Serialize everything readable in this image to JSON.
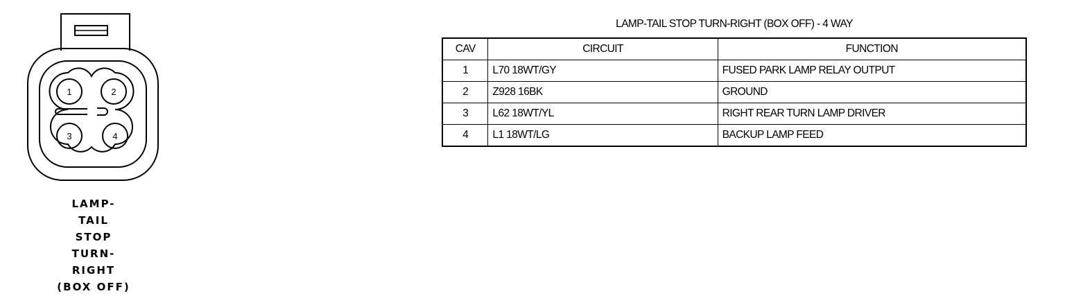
{
  "connector": {
    "pins": [
      "1",
      "2",
      "3",
      "4"
    ],
    "label_lines": [
      "LAMP-",
      "TAIL",
      "STOP",
      "TURN-",
      "RIGHT",
      "(BOX OFF)"
    ]
  },
  "table": {
    "title": "LAMP-TAIL STOP TURN-RIGHT (BOX OFF) - 4 WAY",
    "headers": {
      "cav": "CAV",
      "circuit": "CIRCUIT",
      "function": "FUNCTION"
    },
    "rows": [
      {
        "cav": "1",
        "circuit": "L70 18WT/GY",
        "function": "FUSED PARK LAMP RELAY OUTPUT"
      },
      {
        "cav": "2",
        "circuit": "Z928 16BK",
        "function": "GROUND"
      },
      {
        "cav": "3",
        "circuit": "L62 18WT/YL",
        "function": "RIGHT REAR TURN LAMP DRIVER"
      },
      {
        "cav": "4",
        "circuit": "L1 18WT/LG",
        "function": "BACKUP LAMP FEED"
      }
    ]
  }
}
